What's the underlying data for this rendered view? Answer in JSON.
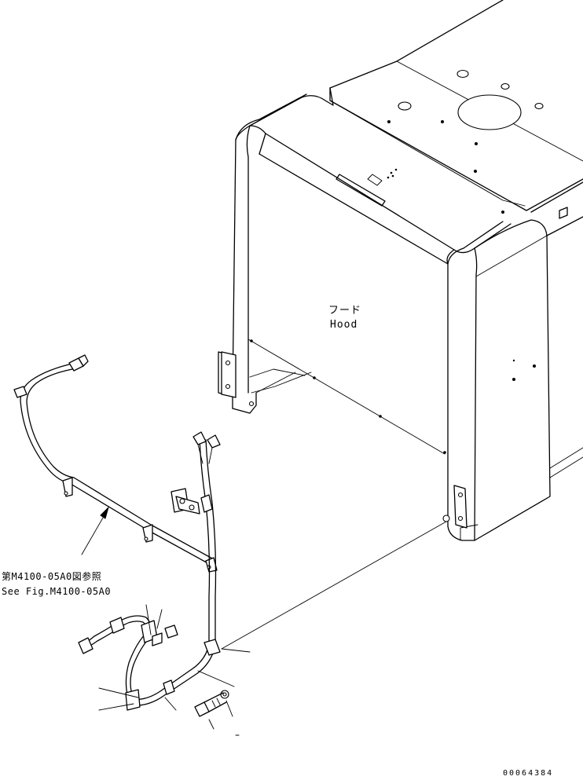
{
  "hood_label": {
    "jp": "フード",
    "en": "Hood"
  },
  "reference": {
    "jp": "第M4100-05A0図参照",
    "en": "See Fig.M4100-05A0"
  },
  "drawing_code": "00064384",
  "colors": {
    "line": "#000000",
    "background": "#ffffff"
  }
}
